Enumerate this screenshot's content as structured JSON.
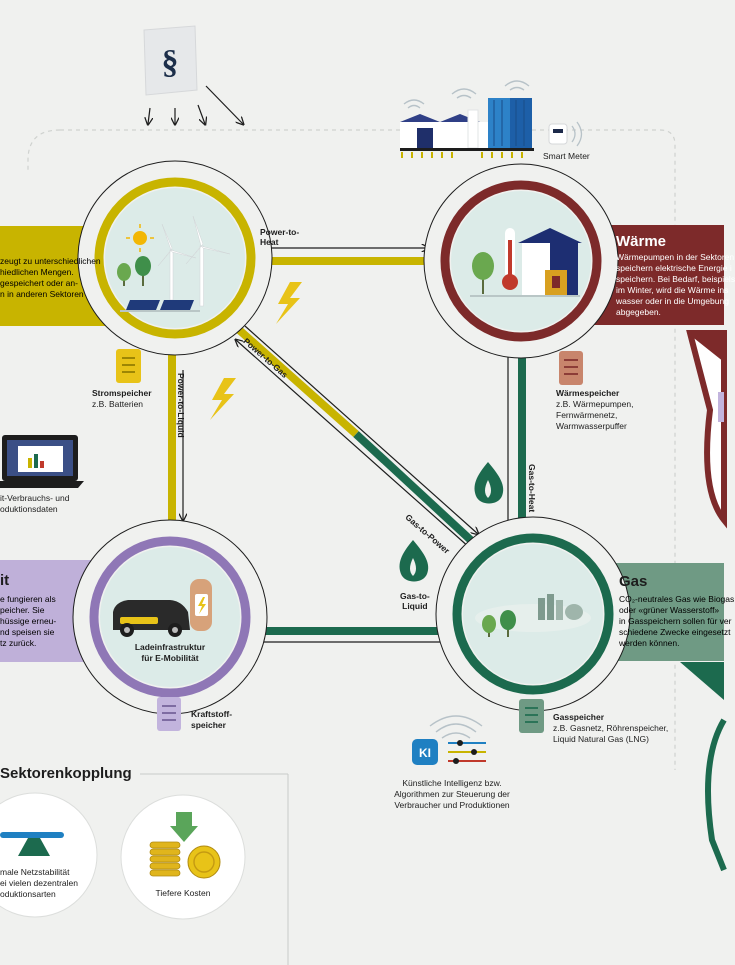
{
  "sectors": {
    "strom": {
      "text_lines": [
        "zeugt zu unterschiedlichen",
        "hiedlichen Mengen.",
        "gespeichert oder an-",
        "n in anderen Sektoren"
      ],
      "storage_title": "Stromspeicher",
      "storage_sub": "z.B. Batterien",
      "color": "#c8b400"
    },
    "waerme": {
      "title": "Wärme",
      "text_lines": [
        "Wärmepumpen in der Sektoren",
        "speichern elektrische Energie i",
        "speichern. Bei Bedarf, beispiels",
        "im Winter, wird die Wärme ins",
        "wasser oder in die Umgebung",
        "abgegeben."
      ],
      "storage_title": "Wärmespeicher",
      "storage_lines": [
        "z.B. Wärmepumpen,",
        "Fernwärmenetz,",
        "Warmwasserpuffer"
      ],
      "color": "#7d2a2a"
    },
    "mobilitaet": {
      "title": "it",
      "text_lines": [
        "e fungieren als",
        "peicher. Sie",
        "hüssige erneu-",
        "nd speisen sie",
        "tz zurück."
      ],
      "inner_label_lines": [
        "Ladeinfrastruktur",
        "für E-Mobilität"
      ],
      "storage_title_lines": [
        "Kraftstoff-",
        "speicher"
      ],
      "color": "#8f77b6"
    },
    "gas": {
      "title": "Gas",
      "text_lines": [
        "CO₂-neutrales Gas wie Biogas",
        "oder «grüner Wasserstoff»",
        "in Gasspeichern sollen für ver",
        "schiedene Zwecke eingesetzt",
        "werden können."
      ],
      "storage_title": "Gasspeicher",
      "storage_lines": [
        "z.B. Gasnetz, Röhrenspeicher,",
        "Liquid Natural Gas (LNG)"
      ],
      "color": "#1c6a4e"
    }
  },
  "flows": {
    "power_to_heat": [
      "Power-to-",
      "Heat"
    ],
    "power_to_gas": "Power-to-Gas",
    "power_to_liquid": "Power-to-Liquid",
    "gas_to_power": "Gas-to-Power",
    "gas_to_heat": "Gas-to-Heat",
    "gas_to_liquid": [
      "Gas-to-",
      "Liquid"
    ]
  },
  "icons": {
    "paragraph": "§",
    "ki": "KI"
  },
  "labels": {
    "smart_meter": "Smart Meter",
    "data": [
      "it-Verbrauchs- und",
      "oduktionsdaten"
    ],
    "ki": [
      "Künstliche Intelligenz bzw.",
      "Algorithmen zur Steuerung der",
      "Verbraucher und Produktionen"
    ],
    "section_title": "Sektorenkopplung",
    "benefit1": [
      "male Netzstabilität",
      "ei vielen dezentralen",
      "oduktionsarten"
    ],
    "benefit2": "Tiefere Kosten"
  },
  "colors": {
    "background": "#f0f1ef",
    "yellow": "#c8b400",
    "red": "#7d2a2a",
    "purple": "#8f77b6",
    "green": "#1c6a4e",
    "dark": "#1d1d1d"
  }
}
